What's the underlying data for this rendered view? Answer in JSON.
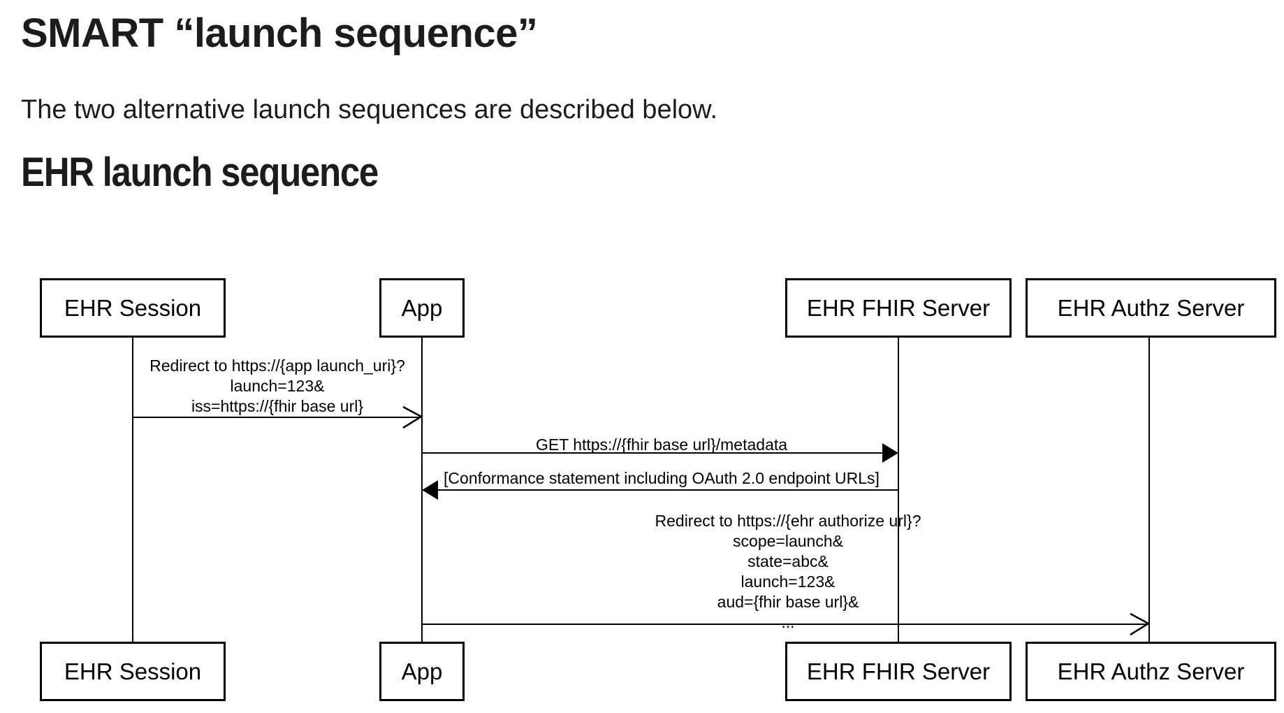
{
  "page": {
    "title": "SMART “launch sequence”",
    "intro": "The two alternative launch sequences are described below.",
    "section_heading": "EHR launch sequence"
  },
  "diagram": {
    "type": "uml-sequence-diagram",
    "actors": [
      {
        "label": "EHR Session"
      },
      {
        "label": "App"
      },
      {
        "label": "EHR FHIR Server"
      },
      {
        "label": "EHR Authz Server"
      }
    ],
    "messages": [
      {
        "from": "EHR Session",
        "to": "App",
        "arrowhead": "open",
        "lines": [
          "Redirect to https://{app launch_uri}?",
          "launch=123&",
          "iss=https://{fhir base url}"
        ]
      },
      {
        "from": "App",
        "to": "EHR FHIR Server",
        "arrowhead": "filled",
        "lines": [
          "GET https://{fhir base url}/metadata"
        ]
      },
      {
        "from": "EHR FHIR Server",
        "to": "App",
        "arrowhead": "filled",
        "lines": [
          "[Conformance statement including OAuth 2.0 endpoint URLs]"
        ]
      },
      {
        "from": "App",
        "to": "EHR Authz Server",
        "arrowhead": "open",
        "lines": [
          "Redirect to https://{ehr authorize url}?",
          "scope=launch&",
          "state=abc&",
          "launch=123&",
          "aud={fhir base url}&",
          "..."
        ]
      }
    ],
    "colors": {
      "line": "#000000",
      "text": "#000000",
      "background": "#ffffff"
    }
  }
}
